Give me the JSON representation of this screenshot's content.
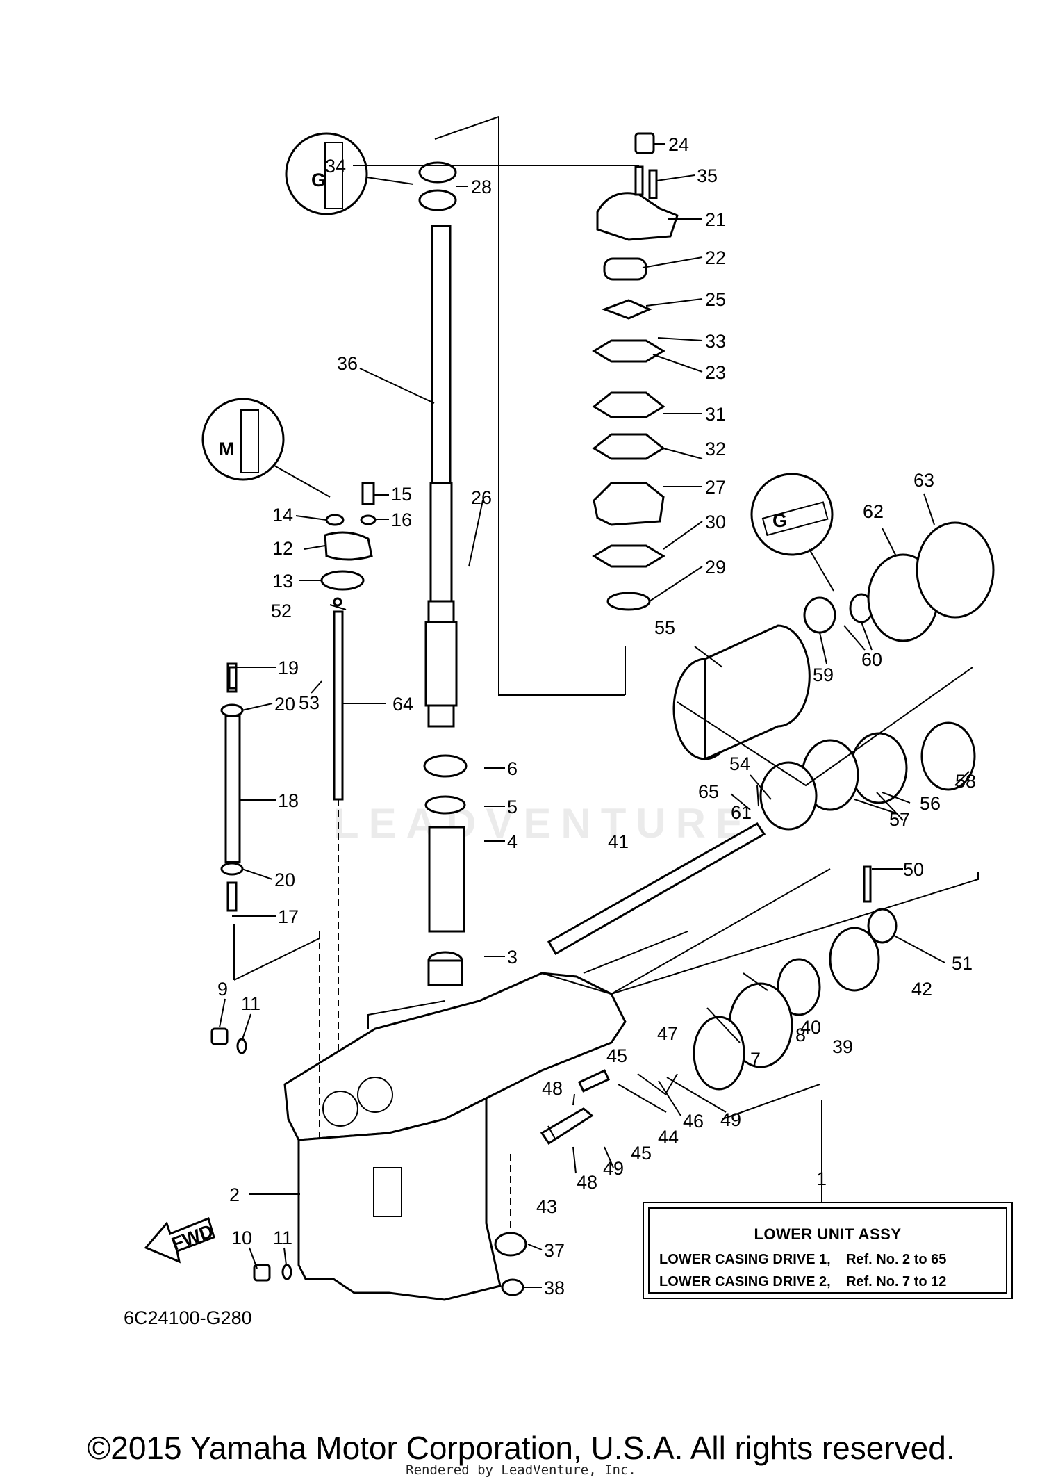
{
  "diagram_code": "6C24100-G280",
  "fwd_label": "FWD",
  "watermark": "LEADVENTURE",
  "assembly_box": {
    "title": "LOWER UNIT ASSY",
    "rows": [
      {
        "name": "LOWER CASING DRIVE 1,",
        "ref": "Ref. No. 2 to 65"
      },
      {
        "name": "LOWER CASING DRIVE 2,",
        "ref": "Ref. No. 7 to 12"
      }
    ]
  },
  "callouts": [
    "1",
    "2",
    "3",
    "4",
    "5",
    "6",
    "7",
    "8",
    "9",
    "10",
    "11",
    "11",
    "12",
    "13",
    "14",
    "15",
    "16",
    "17",
    "18",
    "19",
    "20",
    "20",
    "21",
    "22",
    "23",
    "24",
    "25",
    "26",
    "27",
    "28",
    "29",
    "30",
    "31",
    "32",
    "33",
    "34",
    "35",
    "36",
    "37",
    "38",
    "39",
    "40",
    "41",
    "42",
    "43",
    "44",
    "45",
    "45",
    "46",
    "47",
    "48",
    "48",
    "49",
    "49",
    "50",
    "51",
    "52",
    "53",
    "54",
    "55",
    "56",
    "57",
    "58",
    "59",
    "60",
    "61",
    "62",
    "63",
    "64",
    "65"
  ],
  "copyright": "©2015 Yamaha Motor Corporation, U.S.A. All rights reserved.",
  "rendered_by": "Rendered by LeadVenture, Inc."
}
